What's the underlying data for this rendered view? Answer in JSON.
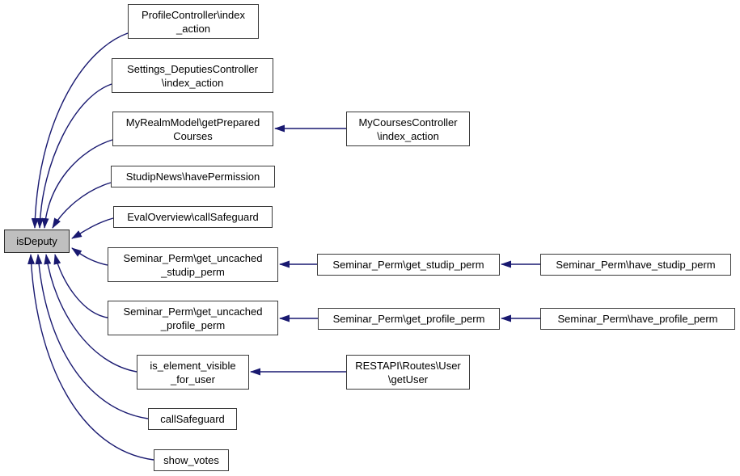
{
  "diagram": {
    "type": "call-graph",
    "focus_node": "isdeputy",
    "colors": {
      "edge": "#191970",
      "node_border": "#3a3a3a",
      "node_fill": "#ffffff",
      "focus_fill": "#bfbfbf",
      "background": "#ffffff",
      "text": "#000000"
    },
    "nodes": [
      {
        "id": "isdeputy",
        "label": "isDeputy",
        "lines": [
          "isDeputy"
        ],
        "focused": true
      },
      {
        "id": "profile_index",
        "label": "ProfileController\\index_action",
        "lines": [
          "ProfileController\\index",
          "_action"
        ],
        "focused": false
      },
      {
        "id": "settings_deputies",
        "label": "Settings_DeputiesController\\index_action",
        "lines": [
          "Settings_DeputiesController",
          "\\index_action"
        ],
        "focused": false
      },
      {
        "id": "myrealm_getprepared",
        "label": "MyRealmModel\\getPreparedCourses",
        "lines": [
          "MyRealmModel\\getPrepared",
          "Courses"
        ],
        "focused": false
      },
      {
        "id": "studipnews_haveperm",
        "label": "StudipNews\\havePermission",
        "lines": [
          "StudipNews\\havePermission"
        ],
        "focused": false
      },
      {
        "id": "evaloverview_callsafeguard",
        "label": "EvalOverview\\callSafeguard",
        "lines": [
          "EvalOverview\\callSafeguard"
        ],
        "focused": false
      },
      {
        "id": "get_uncached_studip",
        "label": "Seminar_Perm\\get_uncached_studip_perm",
        "lines": [
          "Seminar_Perm\\get_uncached",
          "_studip_perm"
        ],
        "focused": false
      },
      {
        "id": "get_uncached_profile",
        "label": "Seminar_Perm\\get_uncached_profile_perm",
        "lines": [
          "Seminar_Perm\\get_uncached",
          "_profile_perm"
        ],
        "focused": false
      },
      {
        "id": "is_element_visible",
        "label": "is_element_visible_for_user",
        "lines": [
          "is_element_visible",
          "_for_user"
        ],
        "focused": false
      },
      {
        "id": "callsafeguard",
        "label": "callSafeguard",
        "lines": [
          "callSafeguard"
        ],
        "focused": false
      },
      {
        "id": "show_votes",
        "label": "show_votes",
        "lines": [
          "show_votes"
        ],
        "focused": false
      },
      {
        "id": "mycourses_index",
        "label": "MyCoursesController\\index_action",
        "lines": [
          "MyCoursesController",
          "\\index_action"
        ],
        "focused": false
      },
      {
        "id": "get_studip_perm",
        "label": "Seminar_Perm\\get_studip_perm",
        "lines": [
          "Seminar_Perm\\get_studip_perm"
        ],
        "focused": false
      },
      {
        "id": "have_studip_perm",
        "label": "Seminar_Perm\\have_studip_perm",
        "lines": [
          "Seminar_Perm\\have_studip_perm"
        ],
        "focused": false
      },
      {
        "id": "get_profile_perm",
        "label": "Seminar_Perm\\get_profile_perm",
        "lines": [
          "Seminar_Perm\\get_profile_perm"
        ],
        "focused": false
      },
      {
        "id": "have_profile_perm",
        "label": "Seminar_Perm\\have_profile_perm",
        "lines": [
          "Seminar_Perm\\have_profile_perm"
        ],
        "focused": false
      },
      {
        "id": "restapi_getuser",
        "label": "RESTAPI\\Routes\\User\\getUser",
        "lines": [
          "RESTAPI\\Routes\\User",
          "\\getUser"
        ],
        "focused": false
      }
    ],
    "edges": [
      {
        "from": "profile_index",
        "to": "isdeputy"
      },
      {
        "from": "settings_deputies",
        "to": "isdeputy"
      },
      {
        "from": "myrealm_getprepared",
        "to": "isdeputy"
      },
      {
        "from": "studipnews_haveperm",
        "to": "isdeputy"
      },
      {
        "from": "evaloverview_callsafeguard",
        "to": "isdeputy"
      },
      {
        "from": "get_uncached_studip",
        "to": "isdeputy"
      },
      {
        "from": "get_uncached_profile",
        "to": "isdeputy"
      },
      {
        "from": "is_element_visible",
        "to": "isdeputy"
      },
      {
        "from": "callsafeguard",
        "to": "isdeputy"
      },
      {
        "from": "show_votes",
        "to": "isdeputy"
      },
      {
        "from": "mycourses_index",
        "to": "myrealm_getprepared"
      },
      {
        "from": "get_studip_perm",
        "to": "get_uncached_studip"
      },
      {
        "from": "have_studip_perm",
        "to": "get_studip_perm"
      },
      {
        "from": "get_profile_perm",
        "to": "get_uncached_profile"
      },
      {
        "from": "have_profile_perm",
        "to": "get_profile_perm"
      },
      {
        "from": "restapi_getuser",
        "to": "is_element_visible"
      }
    ]
  }
}
